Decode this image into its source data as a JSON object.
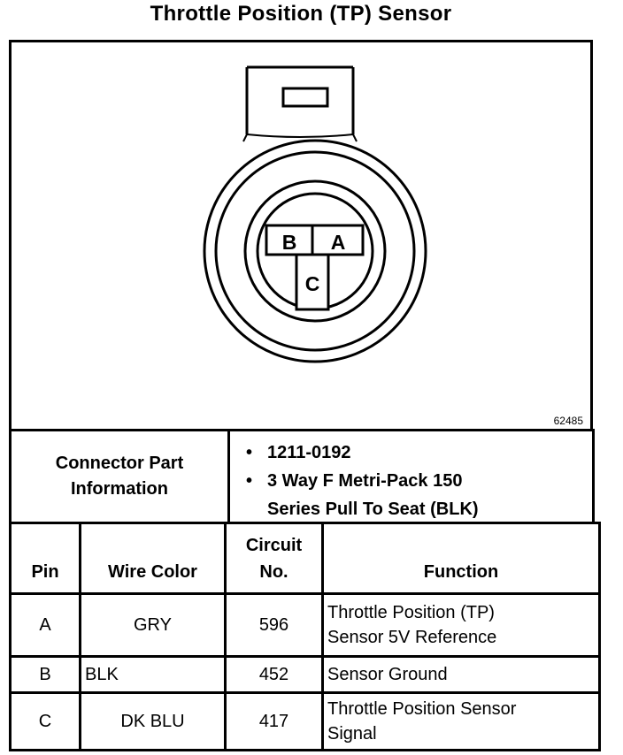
{
  "title": "Throttle Position (TP) Sensor",
  "figure_id": "62485",
  "connector": {
    "pins": [
      "B",
      "A",
      "C"
    ]
  },
  "info": {
    "label": "Connector Part\nInformation",
    "items": [
      "1211-0192",
      "3 Way F Metri-Pack 150\nSeries Pull To Seat (BLK)"
    ]
  },
  "table": {
    "headers": [
      "Pin",
      "Wire Color",
      "Circuit\nNo.",
      "Function"
    ],
    "rows": [
      {
        "pin": "A",
        "color": "GRY",
        "circuit": "596",
        "function": "Throttle Position (TP)\nSensor 5V Reference"
      },
      {
        "pin": "B",
        "color": "BLK",
        "circuit": "452",
        "function": "Sensor Ground"
      },
      {
        "pin": "C",
        "color": "DK BLU",
        "circuit": "417",
        "function": "Throttle Position Sensor\nSignal"
      }
    ]
  }
}
